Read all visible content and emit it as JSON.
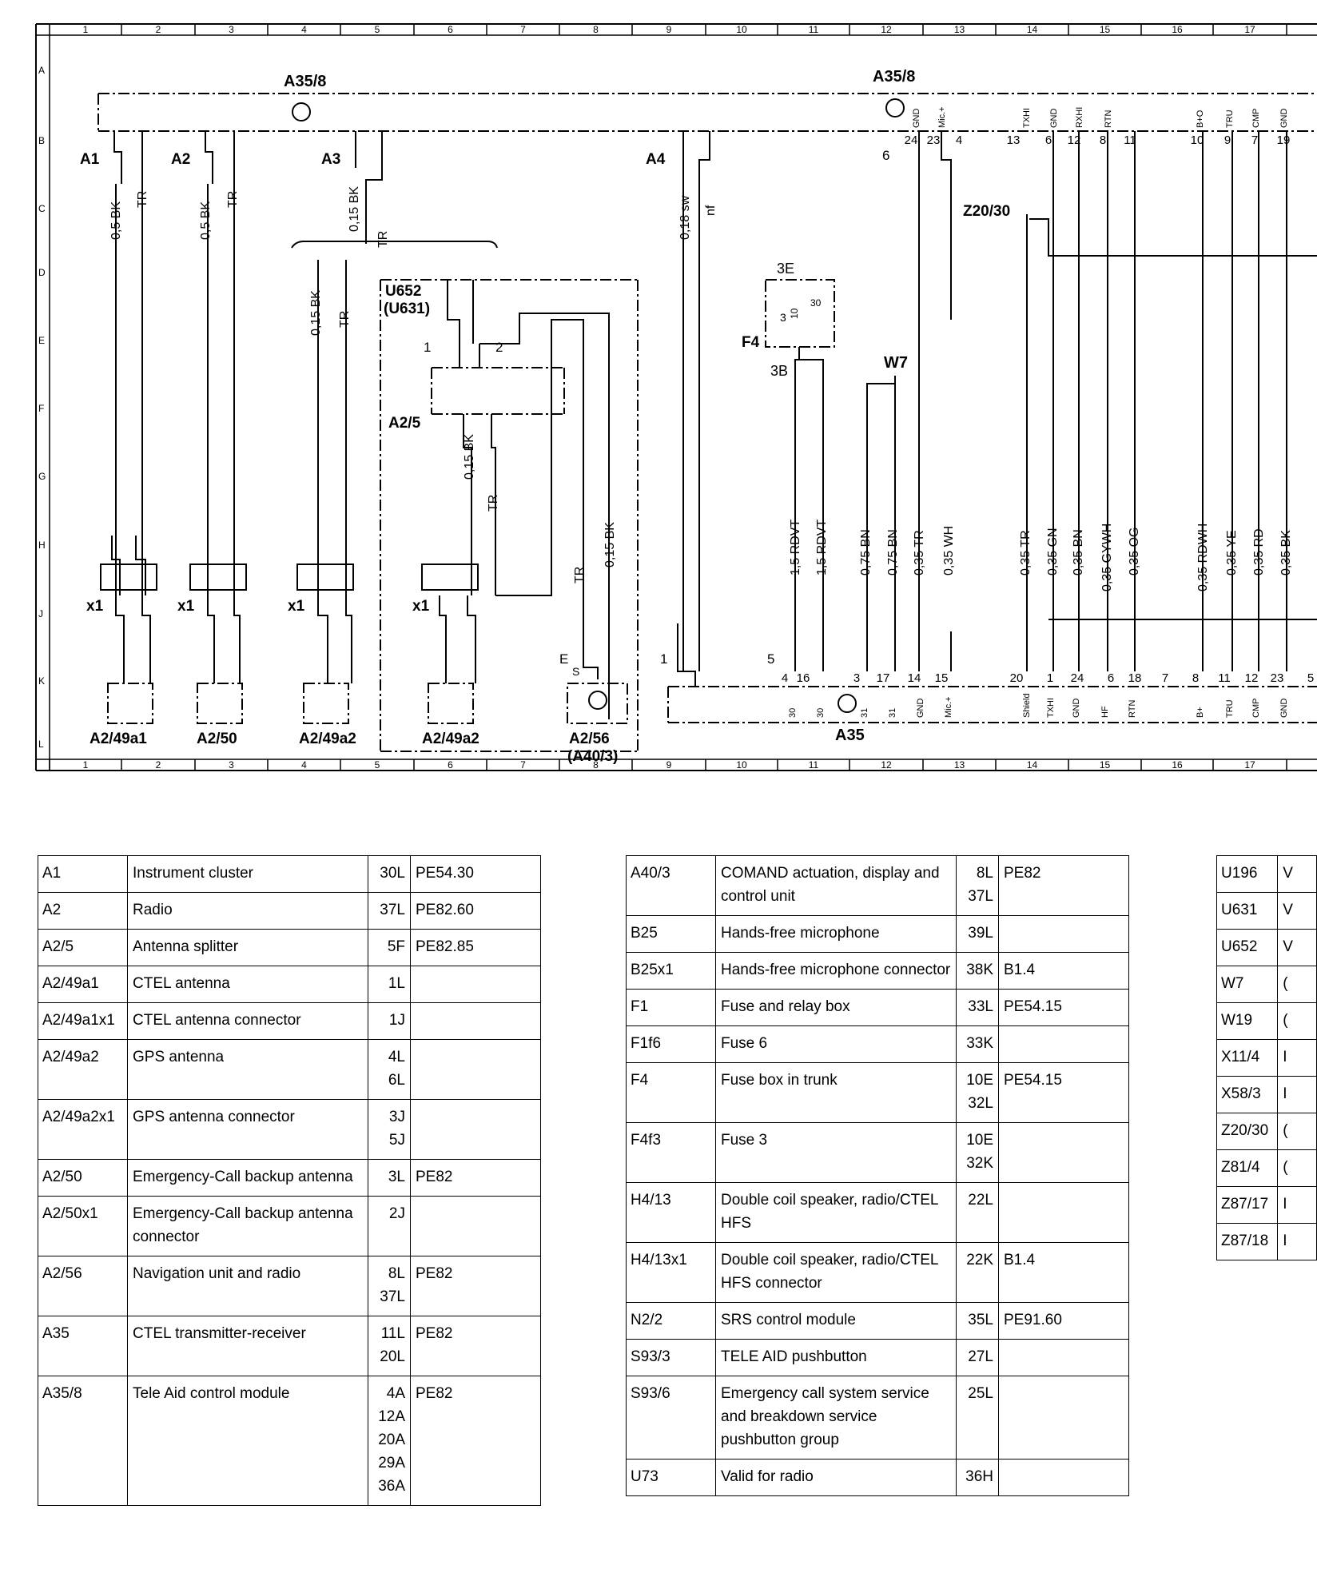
{
  "grid": {
    "columns": [
      "1",
      "2",
      "3",
      "4",
      "5",
      "6",
      "7",
      "8",
      "9",
      "10",
      "11",
      "12",
      "13",
      "14",
      "15",
      "16",
      "17"
    ],
    "rows": [
      "A",
      "B",
      "C",
      "D",
      "E",
      "F",
      "G",
      "H",
      "J",
      "K",
      "L"
    ]
  },
  "components": [
    {
      "id": "a358_left",
      "label": "A35/8"
    },
    {
      "id": "a358_right",
      "label": "A35/8"
    },
    {
      "id": "a1",
      "label": "A1"
    },
    {
      "id": "a2",
      "label": "A2"
    },
    {
      "id": "a3",
      "label": "A3"
    },
    {
      "id": "a4",
      "label": "A4"
    },
    {
      "id": "u652",
      "label": "U652"
    },
    {
      "id": "u631",
      "label": "(U631)"
    },
    {
      "id": "a25",
      "label": "A2/5"
    },
    {
      "id": "f4",
      "label": "F4"
    },
    {
      "id": "f4_3e",
      "label": "3E"
    },
    {
      "id": "f4_3b",
      "label": "3B"
    },
    {
      "id": "w7",
      "label": "W7"
    },
    {
      "id": "z2030",
      "label": "Z20/30"
    },
    {
      "id": "a2_49a1",
      "label": "A2/49a1"
    },
    {
      "id": "a2_50",
      "label": "A2/50"
    },
    {
      "id": "a2_49a2_l",
      "label": "A2/49a2"
    },
    {
      "id": "a2_49a2_r",
      "label": "A2/49a2"
    },
    {
      "id": "a2_56",
      "label": "A2/56"
    },
    {
      "id": "a40_3",
      "label": "(A40/3)"
    },
    {
      "id": "a35",
      "label": "A35"
    },
    {
      "id": "x1",
      "label": "x1"
    }
  ],
  "wires": [
    {
      "id": "w_c2",
      "label": "0,5 BK"
    },
    {
      "id": "w_c2b",
      "label": "TR"
    },
    {
      "id": "w_c3",
      "label": "0,5 BK"
    },
    {
      "id": "w_c3b",
      "label": "TR"
    },
    {
      "id": "w_c5",
      "label": "0,15 BK"
    },
    {
      "id": "w_c5b",
      "label": "TR"
    },
    {
      "id": "w_d4",
      "label": "0,15 BK"
    },
    {
      "id": "w_d4b",
      "label": "TR"
    },
    {
      "id": "w_g6",
      "label": "0,15 BK"
    },
    {
      "id": "w_g6b",
      "label": "TR"
    },
    {
      "id": "w_h8",
      "label": "TR"
    },
    {
      "id": "w_h8b",
      "label": "0,15 BK"
    },
    {
      "id": "w_c9",
      "label": "0,18 sw"
    },
    {
      "id": "w_c9b",
      "label": "nf"
    },
    {
      "id": "w_h11a",
      "label": "1,5 RDVT"
    },
    {
      "id": "w_h11b",
      "label": "1,5 RDVT"
    },
    {
      "id": "w_h12a",
      "label": "0,75 BN"
    },
    {
      "id": "w_h12b",
      "label": "0,75 BN"
    },
    {
      "id": "w_h13a",
      "label": "0,35 TR"
    },
    {
      "id": "w_h13b",
      "label": "0,35 WH"
    },
    {
      "id": "w_h14",
      "label": "0,35 TR"
    },
    {
      "id": "w_h14b",
      "label": "0,35 GN"
    },
    {
      "id": "w_h15a",
      "label": "0,35 BN"
    },
    {
      "id": "w_h15b",
      "label": "0,35 GYWH"
    },
    {
      "id": "w_h15c",
      "label": "0,35 OG"
    },
    {
      "id": "w_h16",
      "label": "0,35 RDWH"
    },
    {
      "id": "w_h17a",
      "label": "0,35 YE"
    },
    {
      "id": "w_h17b",
      "label": "0,35 RD"
    },
    {
      "id": "w_h17c",
      "label": "0,35 BK"
    }
  ],
  "pins_top": [
    "24",
    "23",
    "4",
    "13",
    "6",
    "12",
    "8",
    "11",
    "10",
    "9",
    "7",
    "19"
  ],
  "pins_top_labels": [
    "GND",
    "Mic.+",
    "TXHI",
    "GND",
    "RXHI",
    "RTN",
    "B+O",
    "TRU",
    "CMP",
    "GND"
  ],
  "pins_bottom": [
    "4",
    "16",
    "3",
    "17",
    "14",
    "15",
    "20",
    "1",
    "24",
    "6",
    "18",
    "7",
    "8",
    "11",
    "12",
    "23",
    "5"
  ],
  "pins_bottom_labels": [
    "30",
    "30",
    "31",
    "31",
    "GND",
    "Mic.+",
    "Shield",
    "TXHI",
    "GND",
    "HF",
    "RTN",
    "B+",
    "TRU",
    "CMP",
    "GND"
  ],
  "misc_numbers": {
    "six": "6",
    "one": "1",
    "two": "2",
    "five": "5",
    "one_k": "1",
    "e": "E",
    "s": "S"
  },
  "fuse_numbers": {
    "three": "3",
    "ten": "10",
    "thirty": "30"
  },
  "legend": {
    "table1": [
      {
        "id": "A1",
        "desc": "Instrument cluster",
        "loc": [
          "30L"
        ],
        "ref": "PE54.30"
      },
      {
        "id": "A2",
        "desc": "Radio",
        "loc": [
          "37L"
        ],
        "ref": "PE82.60"
      },
      {
        "id": "A2/5",
        "desc": "Antenna splitter",
        "loc": [
          "5F"
        ],
        "ref": "PE82.85"
      },
      {
        "id": "A2/49a1",
        "desc": "CTEL antenna",
        "loc": [
          "1L"
        ],
        "ref": ""
      },
      {
        "id": "A2/49a1x1",
        "desc": "CTEL antenna connector",
        "loc": [
          "1J"
        ],
        "ref": ""
      },
      {
        "id": "A2/49a2",
        "desc": "GPS antenna",
        "loc": [
          "4L",
          "6L"
        ],
        "ref": ""
      },
      {
        "id": "A2/49a2x1",
        "desc": "GPS antenna connector",
        "loc": [
          "3J",
          "5J"
        ],
        "ref": ""
      },
      {
        "id": "A2/50",
        "desc": "Emergency-Call backup antenna",
        "loc": [
          "3L"
        ],
        "ref": "PE82"
      },
      {
        "id": "A2/50x1",
        "desc": "Emergency-Call backup antenna connector",
        "loc": [
          "2J"
        ],
        "ref": ""
      },
      {
        "id": "A2/56",
        "desc": "Navigation unit and radio",
        "loc": [
          "8L",
          "37L"
        ],
        "ref": "PE82"
      },
      {
        "id": "A35",
        "desc": "CTEL transmitter-receiver",
        "loc": [
          "11L",
          "20L"
        ],
        "ref": "PE82"
      },
      {
        "id": "A35/8",
        "desc": "Tele Aid control module",
        "loc": [
          "4A",
          "12A",
          "20A",
          "29A",
          "36A"
        ],
        "ref": "PE82"
      }
    ],
    "table2": [
      {
        "id": "A40/3",
        "desc": "COMAND actuation, display and control unit",
        "loc": [
          "8L",
          "37L"
        ],
        "ref": "PE82"
      },
      {
        "id": "B25",
        "desc": "Hands-free microphone",
        "loc": [
          "39L"
        ],
        "ref": ""
      },
      {
        "id": "B25x1",
        "desc": "Hands-free microphone connector",
        "loc": [
          "38K"
        ],
        "ref": "B1.4"
      },
      {
        "id": "F1",
        "desc": "Fuse and relay box",
        "loc": [
          "33L"
        ],
        "ref": "PE54.15"
      },
      {
        "id": "F1f6",
        "desc": "Fuse 6",
        "loc": [
          "33K"
        ],
        "ref": ""
      },
      {
        "id": "F4",
        "desc": "Fuse box in trunk",
        "loc": [
          "10E",
          "32L"
        ],
        "ref": "PE54.15"
      },
      {
        "id": "F4f3",
        "desc": "Fuse 3",
        "loc": [
          "10E",
          "32K"
        ],
        "ref": ""
      },
      {
        "id": "H4/13",
        "desc": "Double coil speaker, radio/CTEL HFS",
        "loc": [
          "22L"
        ],
        "ref": ""
      },
      {
        "id": "H4/13x1",
        "desc": "Double coil speaker, radio/CTEL HFS connector",
        "loc": [
          "22K"
        ],
        "ref": "B1.4"
      },
      {
        "id": "N2/2",
        "desc": "SRS control module",
        "loc": [
          "35L"
        ],
        "ref": "PE91.60"
      },
      {
        "id": "S93/3",
        "desc": "TELE AID pushbutton",
        "loc": [
          "27L"
        ],
        "ref": ""
      },
      {
        "id": "S93/6",
        "desc": "Emergency call system service and breakdown service pushbutton group",
        "loc": [
          "25L"
        ],
        "ref": ""
      },
      {
        "id": "U73",
        "desc": "Valid for radio",
        "loc": [
          "36H"
        ],
        "ref": ""
      }
    ],
    "table3": [
      {
        "id": "U196",
        "desc": "V"
      },
      {
        "id": "U631",
        "desc": "V"
      },
      {
        "id": "U652",
        "desc": "V"
      },
      {
        "id": "W7",
        "desc": "("
      },
      {
        "id": "W19",
        "desc": "("
      },
      {
        "id": "X11/4",
        "desc": "I"
      },
      {
        "id": "X58/3",
        "desc": "I"
      },
      {
        "id": "Z20/30",
        "desc": "("
      },
      {
        "id": "Z81/4",
        "desc": "("
      },
      {
        "id": "Z87/17",
        "desc": "I"
      },
      {
        "id": "Z87/18",
        "desc": "I"
      }
    ]
  }
}
